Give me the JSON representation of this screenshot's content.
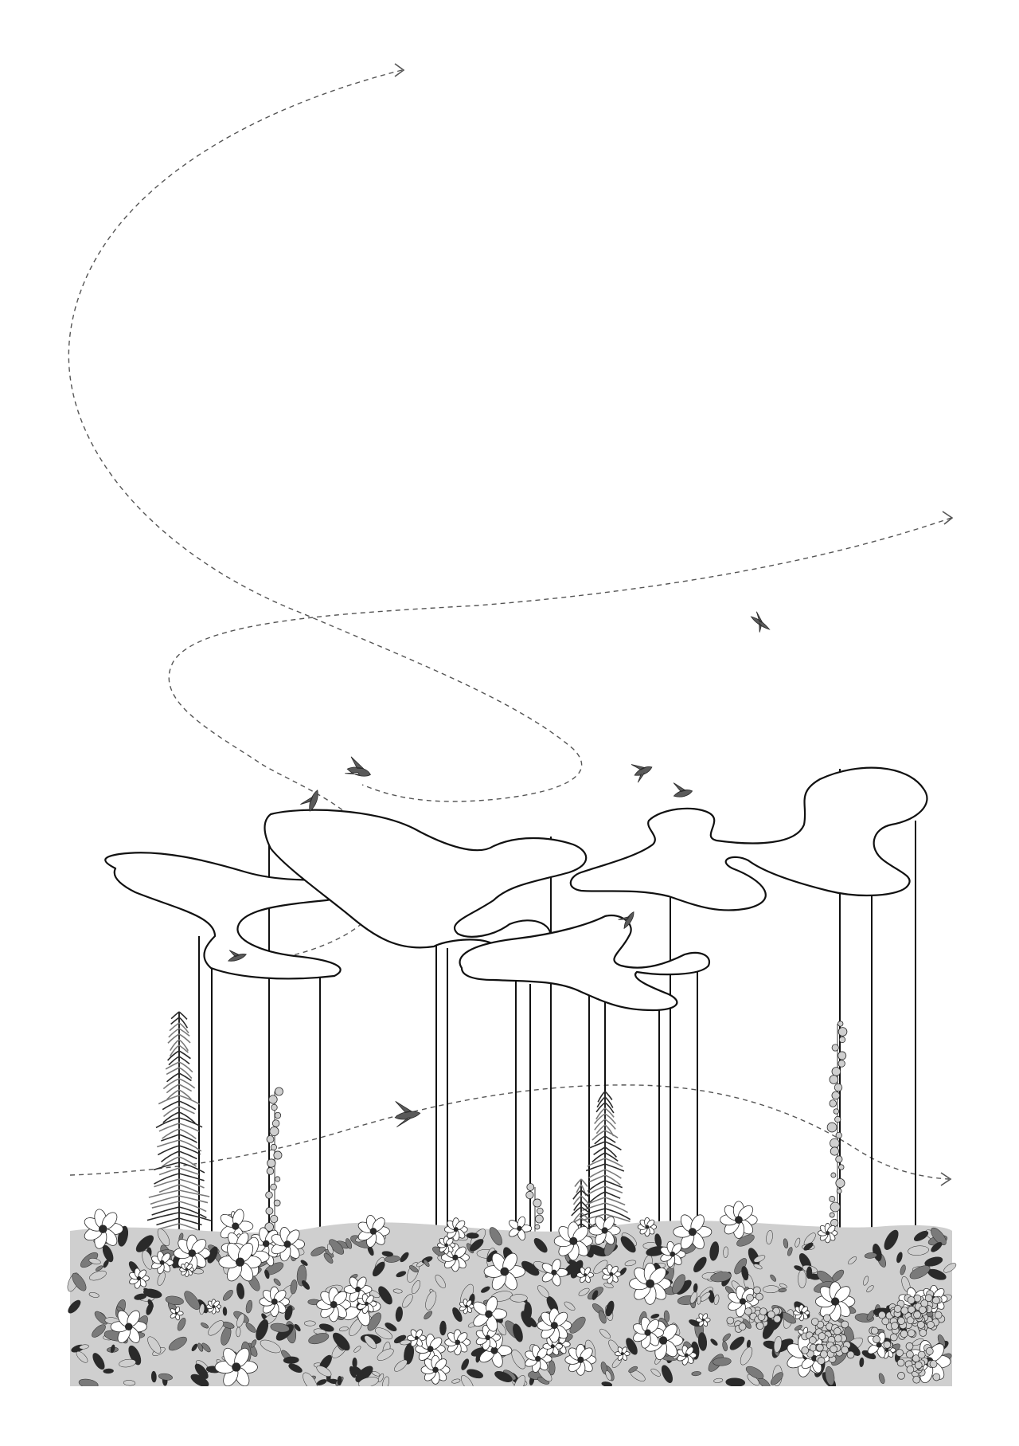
{
  "artwork": {
    "colors": {
      "background": "#ffffff",
      "ink": "#111111",
      "path": "#555555",
      "foliage_dark": "#2a2a2a",
      "foliage_mid": "#7a7a7a",
      "foliage_light": "#cfcfcf"
    },
    "elements": {
      "flight_paths": 3,
      "canopy_layers": 4,
      "birds": 9
    },
    "icons": [
      "bird-icon",
      "arrow-head-icon",
      "flower-icon",
      "conifer-icon"
    ]
  }
}
